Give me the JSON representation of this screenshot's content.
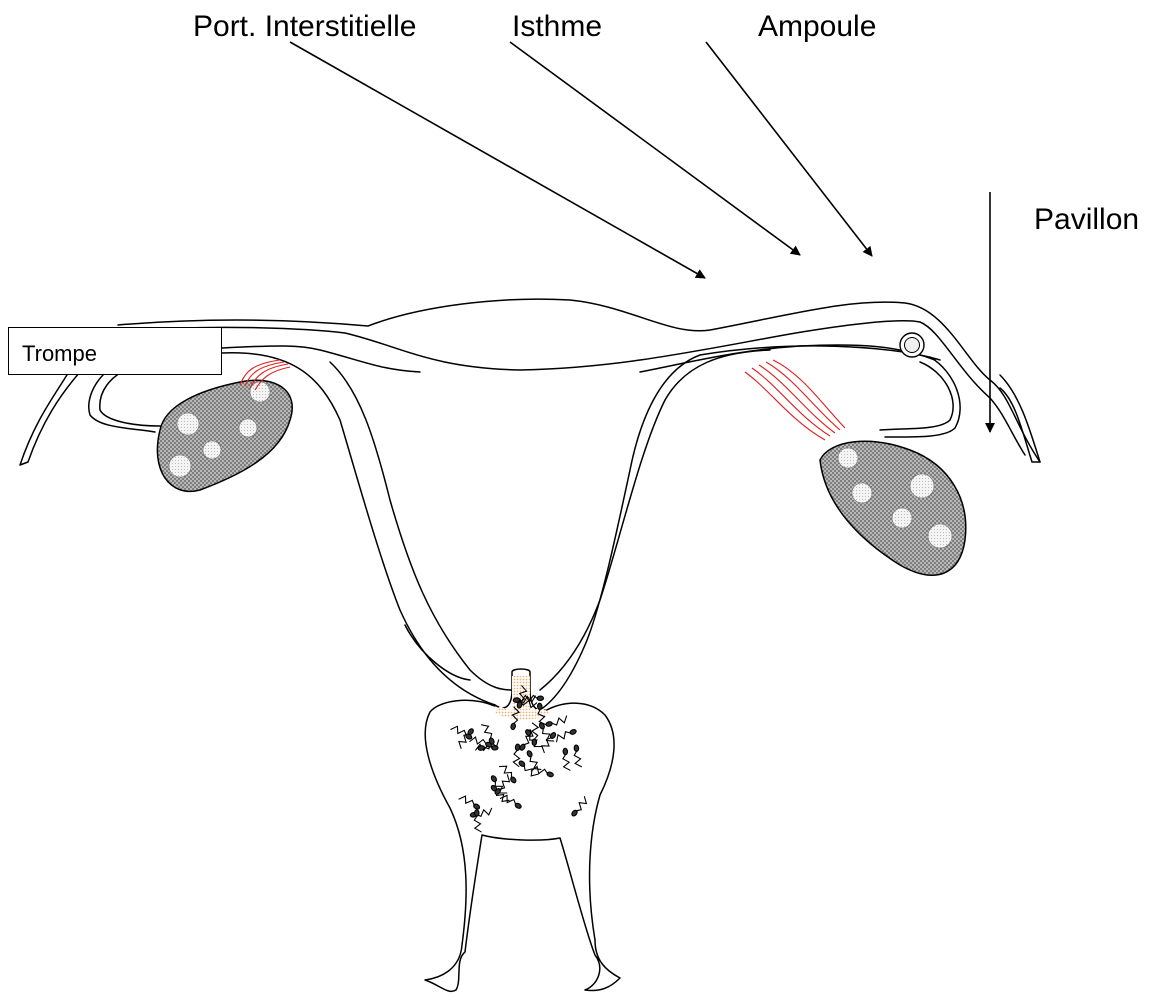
{
  "labels": {
    "interstitielle": "Port. Interstitielle",
    "isthme": "Isthme",
    "ampoule": "Ampoule",
    "pavillon": "Pavillon",
    "trompe": "Trompe"
  },
  "colors": {
    "outline": "#000000",
    "ovary_fill": "#7a7a7a",
    "ligament": "#e02020",
    "cervical_mucus": "#f0c89a"
  }
}
